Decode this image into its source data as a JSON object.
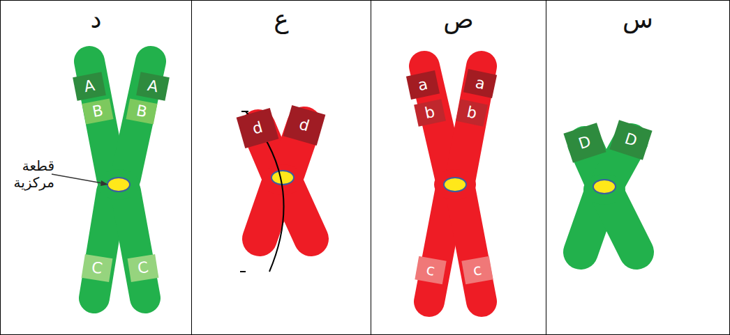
{
  "diagram": {
    "nodes": [
      {
        "text": [
          "س"
        ]
      },
      {
        "text": [
          "D"
        ],
        "in": 0
      },
      {
        "text": [
          "D"
        ],
        "in": 0
      },
      {
        "text": [
          "ص"
        ]
      },
      {
        "text": [
          "a"
        ],
        "in": 3
      },
      {
        "text": [
          "a"
        ],
        "in": 3
      },
      {
        "text": [
          "b"
        ],
        "in": 3
      },
      {
        "text": [
          "b"
        ],
        "in": 3
      },
      {
        "text": [
          "c"
        ],
        "in": 3
      },
      {
        "text": [
          "c"
        ],
        "in": 3
      },
      {
        "text": [
          "ع"
        ]
      },
      {
        "text": [
          "d"
        ],
        "in": 10
      },
      {
        "text": [
          "d"
        ],
        "in": 10
      },
      {
        "text": [
          "د"
        ]
      },
      {
        "text": [
          "A"
        ],
        "in": 13
      },
      {
        "text": [
          "A"
        ],
        "in": 13
      },
      {
        "text": [
          "B"
        ],
        "in": 13
      },
      {
        "text": [
          "B"
        ],
        "in": 13
      },
      {
        "text": [
          "C"
        ],
        "in": 13
      },
      {
        "text": [
          "C"
        ],
        "in": 13
      }
    ],
    "labels": [
      "قطعة مركزية"
    ]
  }
}
